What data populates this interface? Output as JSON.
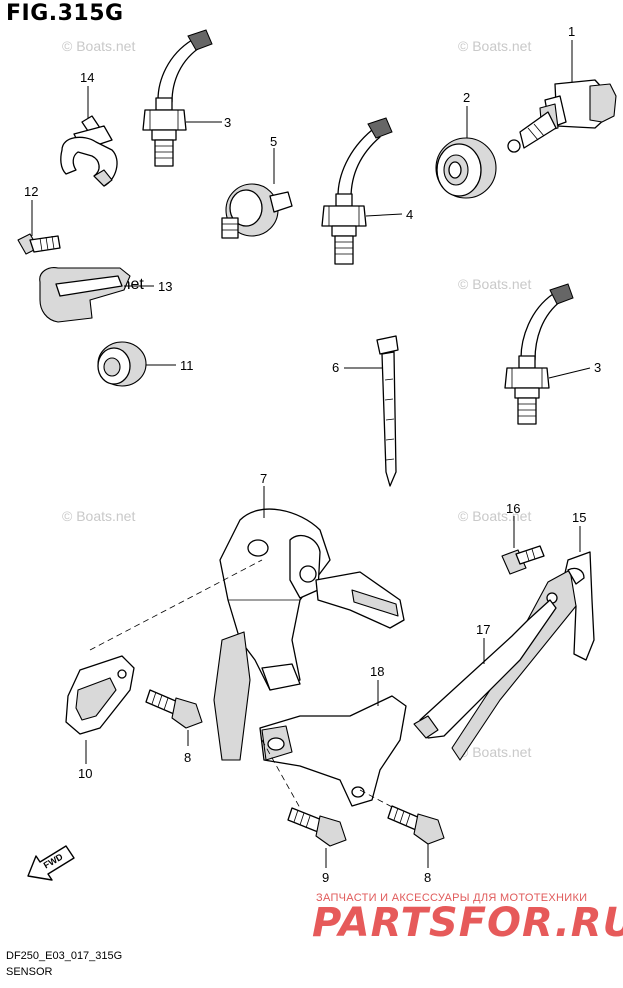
{
  "figure": {
    "title": "FIG.315G",
    "footer_code": "DF250_E03_017_315G",
    "footer_title": "SENSOR"
  },
  "watermarks": {
    "text": "© Boats.net",
    "dark_text": "© Boats.net"
  },
  "branding": {
    "tagline": "ЗАПЧАСТИ И АКСЕССУАРЫ ДЛЯ МОТОТЕХНИКИ",
    "name": "PARTSFOR.RU",
    "color": "#e65a5a"
  },
  "direction_marker": {
    "label": "FWD"
  },
  "callouts": [
    {
      "label": "1"
    },
    {
      "label": "2"
    },
    {
      "label": "3"
    },
    {
      "label": "3"
    },
    {
      "label": "4"
    },
    {
      "label": "5"
    },
    {
      "label": "6"
    },
    {
      "label": "7"
    },
    {
      "label": "8"
    },
    {
      "label": "8"
    },
    {
      "label": "9"
    },
    {
      "label": "10"
    },
    {
      "label": "11"
    },
    {
      "label": "12"
    },
    {
      "label": "13"
    },
    {
      "label": "14"
    },
    {
      "label": "15"
    },
    {
      "label": "16"
    },
    {
      "label": "17"
    },
    {
      "label": "18"
    }
  ]
}
